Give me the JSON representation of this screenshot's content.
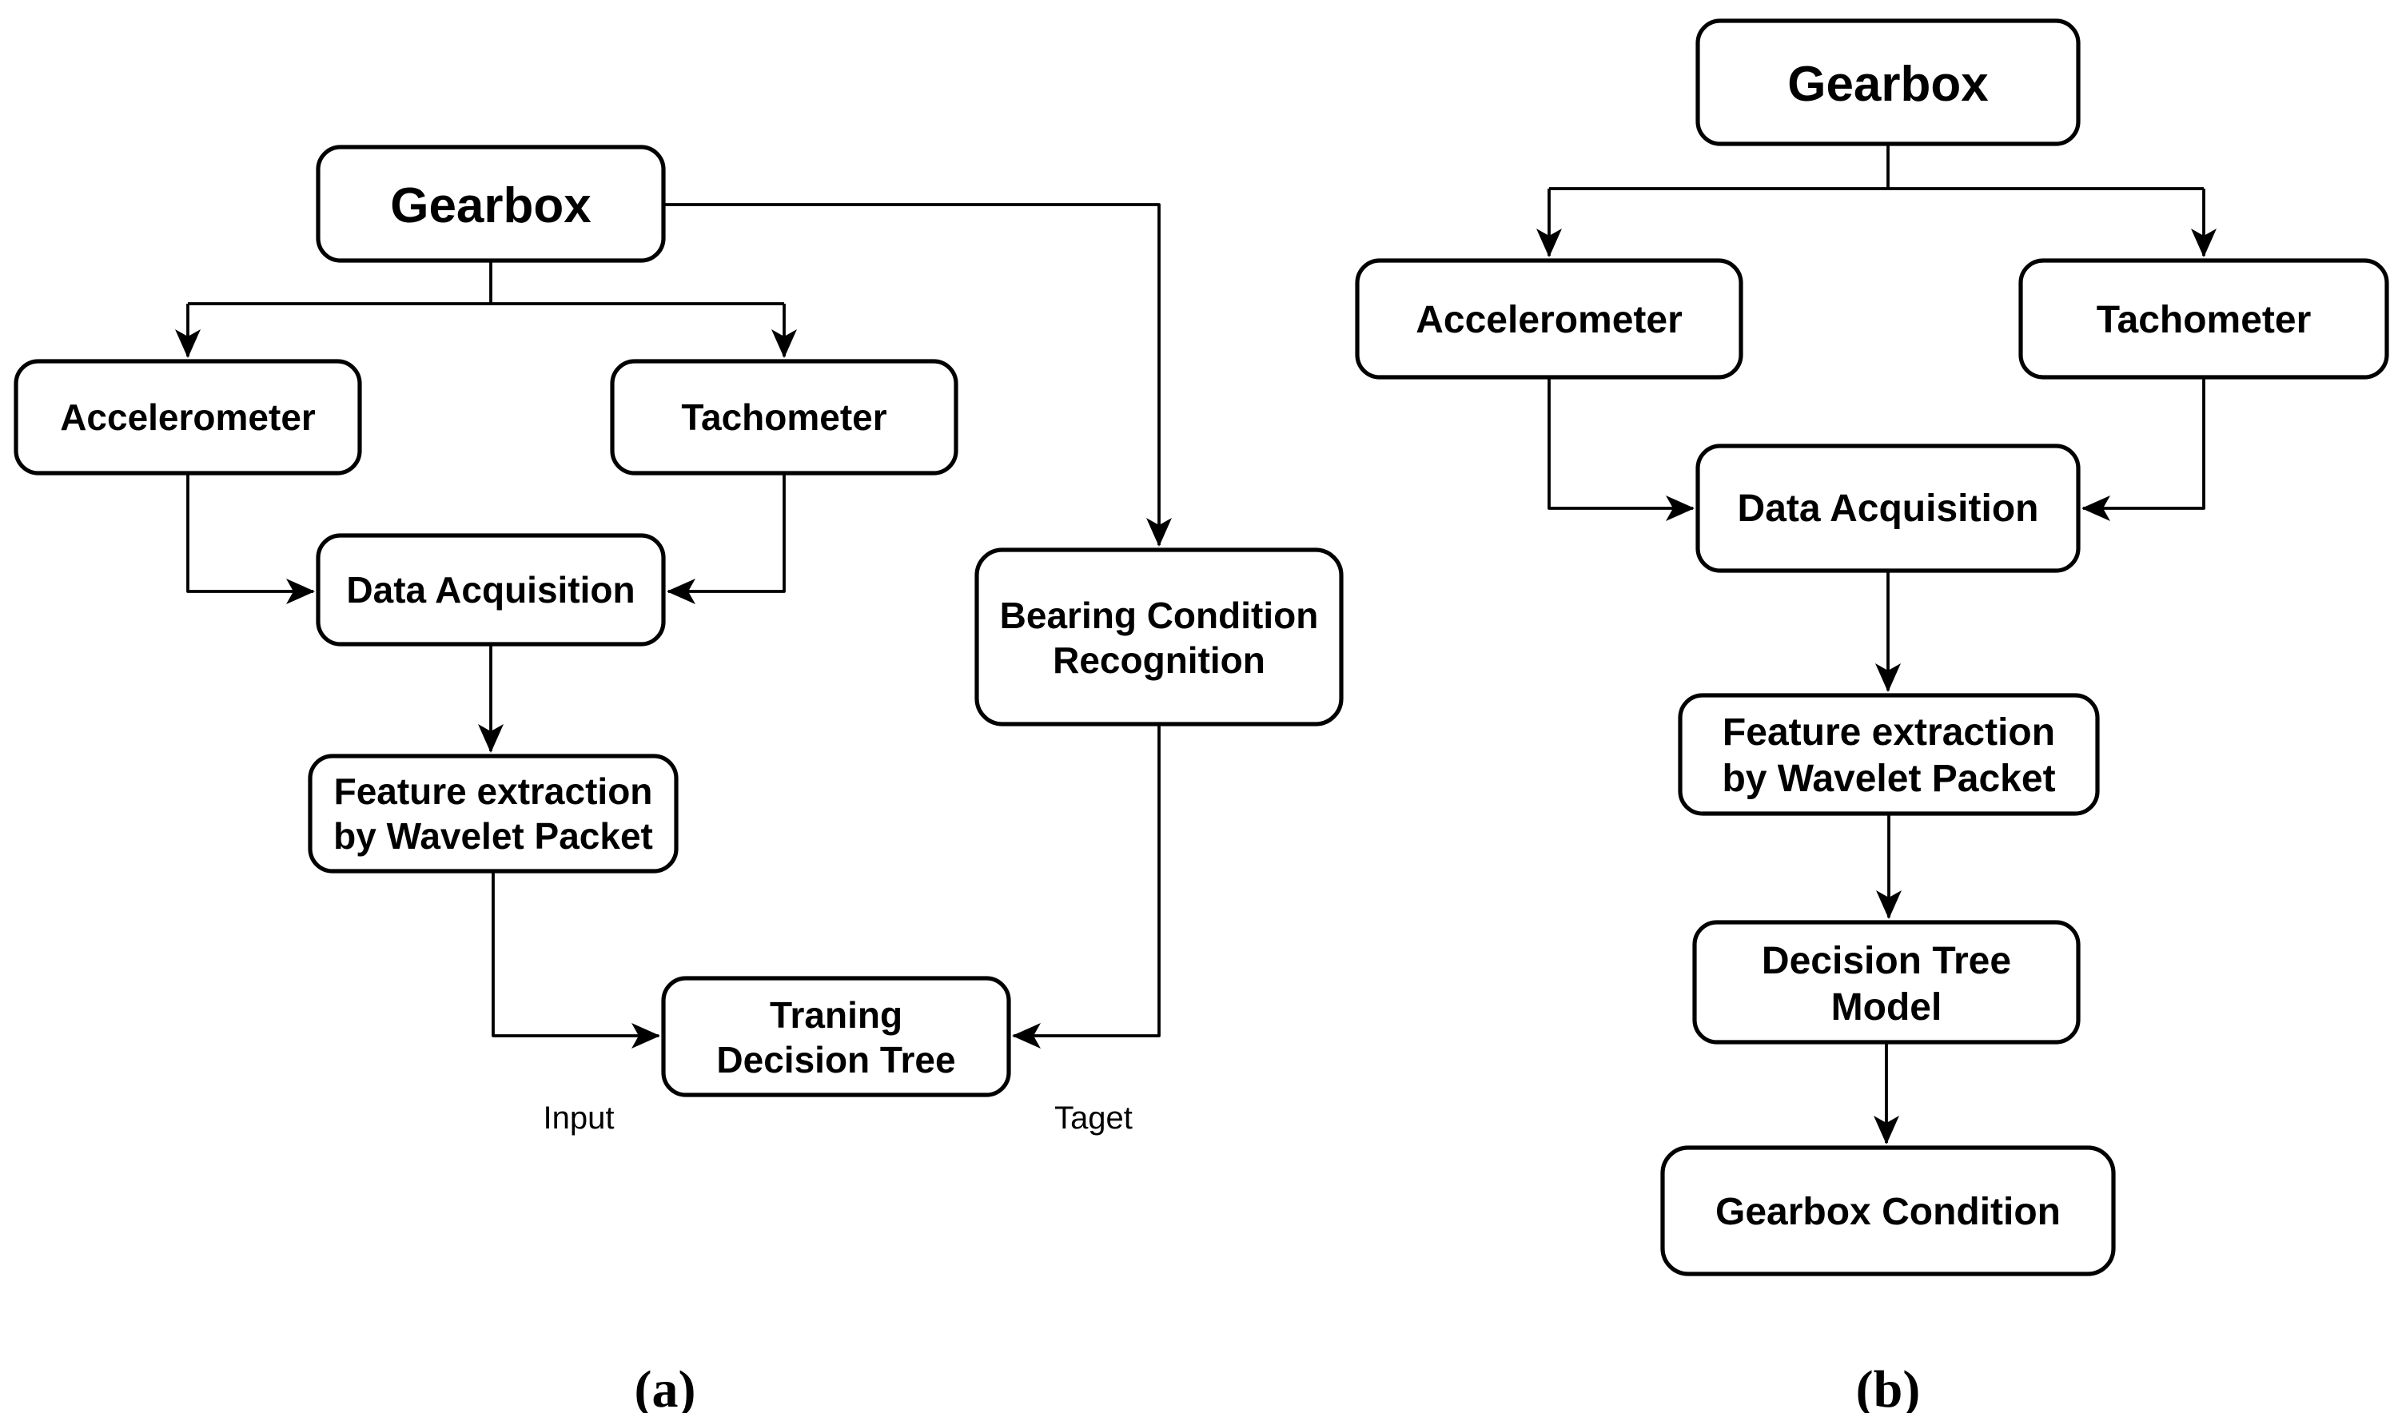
{
  "figure": {
    "background_color": "#ffffff",
    "box_fill": "#ffffff",
    "box_border_color": "#000000",
    "line_color": "#000000",
    "text_color": "#000000"
  },
  "diagram_a": {
    "caption": "(a)",
    "nodes": {
      "gearbox": {
        "label": "Gearbox"
      },
      "accelerometer": {
        "label": "Accelerometer"
      },
      "tachometer": {
        "label": "Tachometer"
      },
      "data_acquisition": {
        "label": "Data Acquisition"
      },
      "feature_extraction": {
        "lines": [
          "Feature extraction",
          "by Wavelet Packet"
        ]
      },
      "bearing_condition": {
        "lines": [
          "Bearing Condition",
          "Recognition"
        ]
      },
      "training_decision_tree": {
        "lines": [
          "Traning",
          "Decision Tree"
        ]
      }
    },
    "edge_labels": {
      "input": "Input",
      "target": "Taget"
    }
  },
  "diagram_b": {
    "caption": "(b)",
    "nodes": {
      "gearbox": {
        "label": "Gearbox"
      },
      "accelerometer": {
        "label": "Accelerometer"
      },
      "tachometer": {
        "label": "Tachometer"
      },
      "data_acquisition": {
        "label": "Data Acquisition"
      },
      "feature_extraction": {
        "lines": [
          "Feature extraction",
          "by Wavelet Packet"
        ]
      },
      "decision_tree_model": {
        "lines": [
          "Decision Tree",
          "Model"
        ]
      },
      "gearbox_condition": {
        "label": "Gearbox Condition"
      }
    }
  }
}
